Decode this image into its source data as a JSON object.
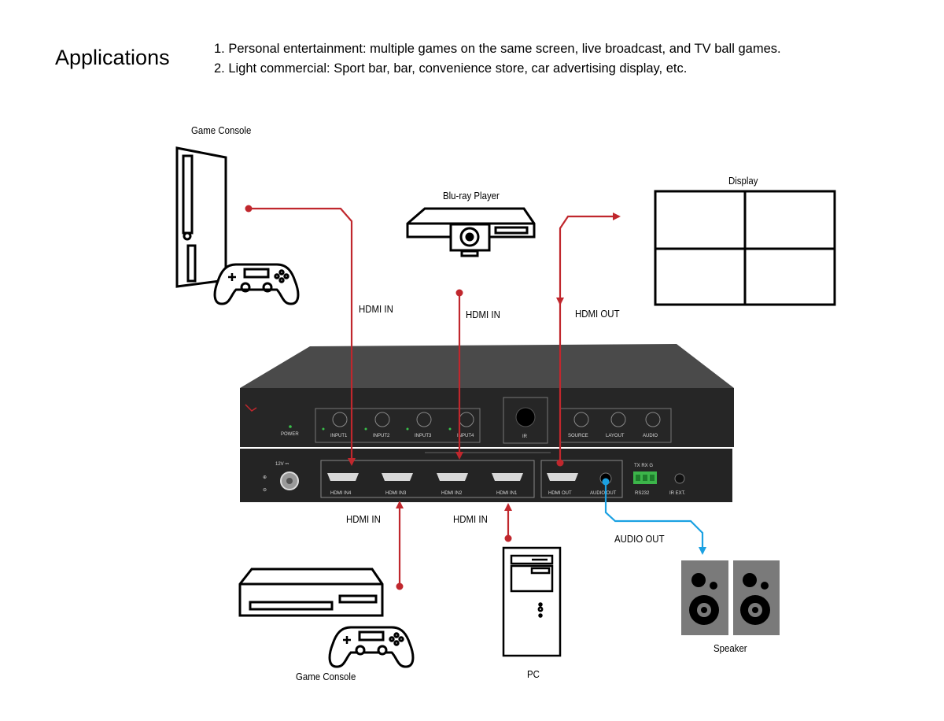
{
  "header": {
    "title": "Applications",
    "line1": "1. Personal entertainment: multiple games on the same screen, live broadcast, and TV ball games.",
    "line2": "2. Light commercial: Sport bar, bar, convenience store, car advertising display, etc."
  },
  "devices": {
    "game_console_top": "Game Console",
    "bluray": "Blu-ray Player",
    "display": "Display",
    "game_console_bottom": "Game Console",
    "pc": "PC",
    "speaker": "Speaker"
  },
  "connections": {
    "hdmi_in_1": "HDMI IN",
    "hdmi_in_2": "HDMI IN",
    "hdmi_out": "HDMI OUT",
    "hdmi_in_3": "HDMI IN",
    "hdmi_in_4": "HDMI IN",
    "audio_out": "AUDIO OUT"
  },
  "switcher": {
    "front": [
      "POWER",
      "INPUT1",
      "INPUT2",
      "INPUT3",
      "INPUT4",
      "IR",
      "SOURCE",
      "LAYOUT",
      "AUDIO"
    ],
    "rear": [
      "12V",
      "HDMI IN4",
      "HDMI IN3",
      "HDMI IN2",
      "HDMI IN1",
      "HDMI OUT",
      "AUDIO OUT",
      "TX RX G",
      "RS232",
      "IR EXT."
    ]
  },
  "colors": {
    "hdmi_line": "#c0272d",
    "audio_line": "#1ba1e2",
    "chassis": "#2b2b2b",
    "led": "#39c24a"
  }
}
